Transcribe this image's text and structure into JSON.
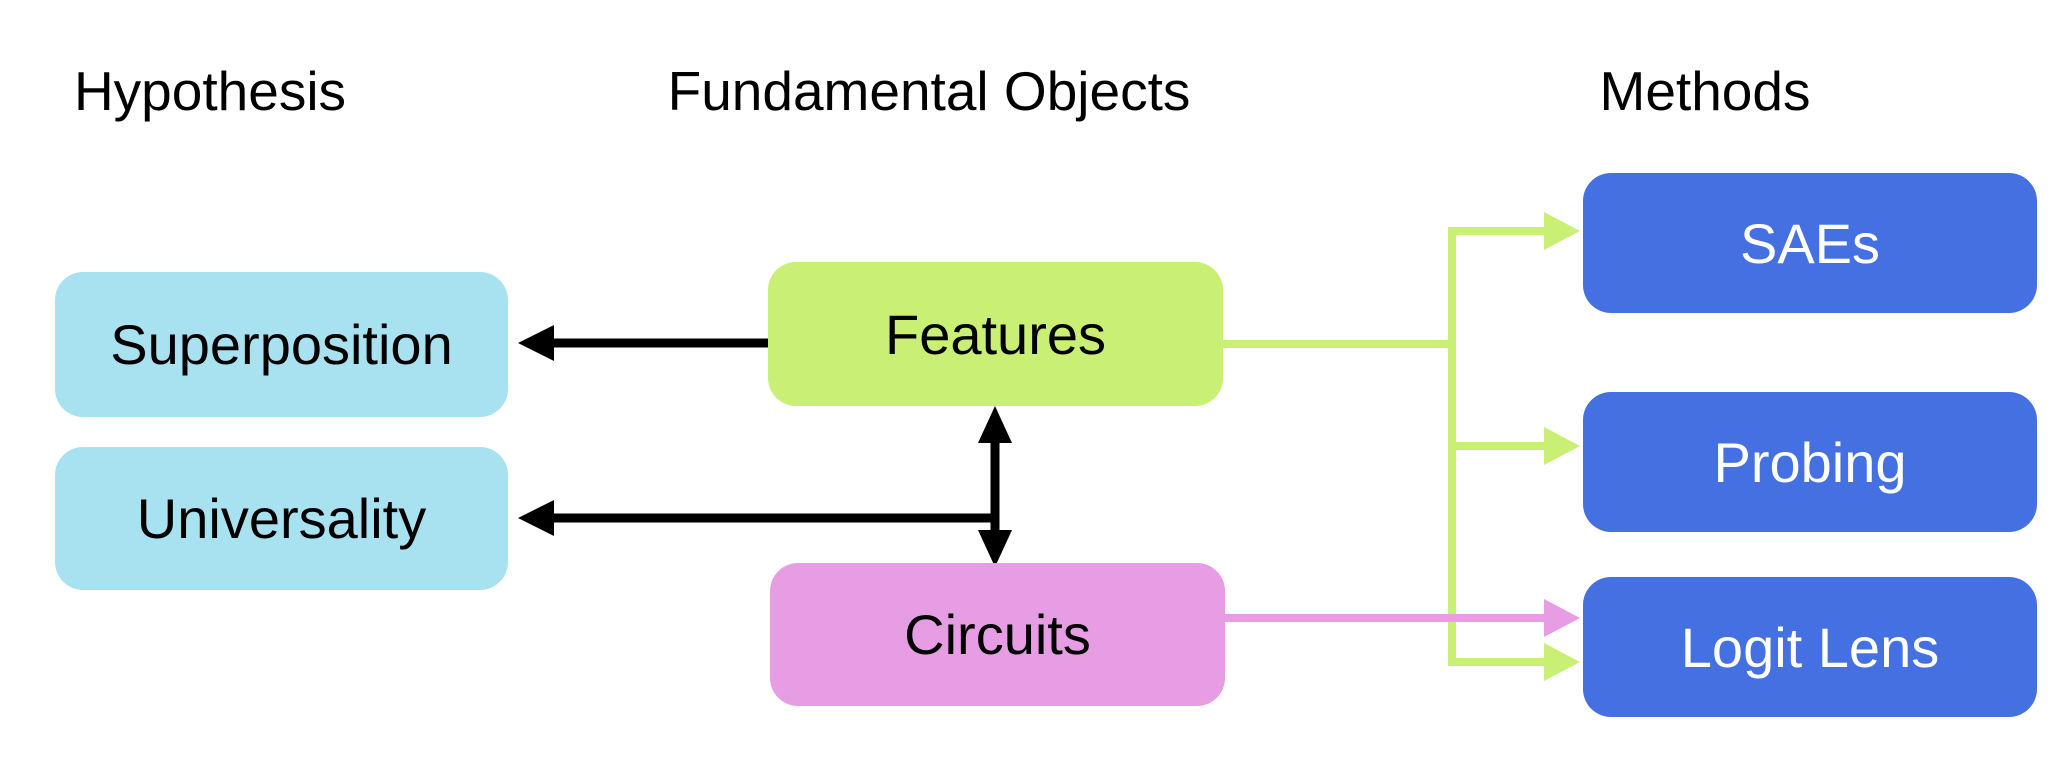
{
  "canvas": {
    "background": "#ffffff"
  },
  "column_titles": {
    "hypothesis": "Hypothesis",
    "fundamental_objects": "Fundamental Objects",
    "methods": "Methods"
  },
  "nodes": {
    "superposition": {
      "label": "Superposition",
      "fill": "#a8e2f0",
      "text_color": "#000000"
    },
    "universality": {
      "label": "Universality",
      "fill": "#a8e2f0",
      "text_color": "#000000"
    },
    "features": {
      "label": "Features",
      "fill": "#c9ef74",
      "text_color": "#000000"
    },
    "circuits": {
      "label": "Circuits",
      "fill": "#e69de3",
      "text_color": "#000000"
    },
    "saes": {
      "label": "SAEs",
      "fill": "#4470e1",
      "text_color": "#ffffff"
    },
    "probing": {
      "label": "Probing",
      "fill": "#4470e1",
      "text_color": "#ffffff"
    },
    "logit_lens": {
      "label": "Logit Lens",
      "fill": "#4470e1",
      "text_color": "#ffffff"
    }
  },
  "connector_colors": {
    "black": "#000000",
    "green": "#c9ef74",
    "pink": "#e69de3"
  },
  "edges": [
    {
      "from": "features",
      "to": "superposition",
      "color": "black",
      "type": "arrow"
    },
    {
      "from": "features-circuits-link",
      "to": "universality",
      "color": "black",
      "type": "arrow"
    },
    {
      "from": "features",
      "to": "circuits",
      "color": "black",
      "type": "double_arrow"
    },
    {
      "from": "features",
      "to": "saes",
      "color": "green",
      "type": "arrow"
    },
    {
      "from": "features",
      "to": "probing",
      "color": "green",
      "type": "arrow"
    },
    {
      "from": "features",
      "to": "logit_lens",
      "color": "green",
      "type": "arrow"
    },
    {
      "from": "circuits",
      "to": "logit_lens",
      "color": "pink",
      "type": "arrow"
    }
  ]
}
